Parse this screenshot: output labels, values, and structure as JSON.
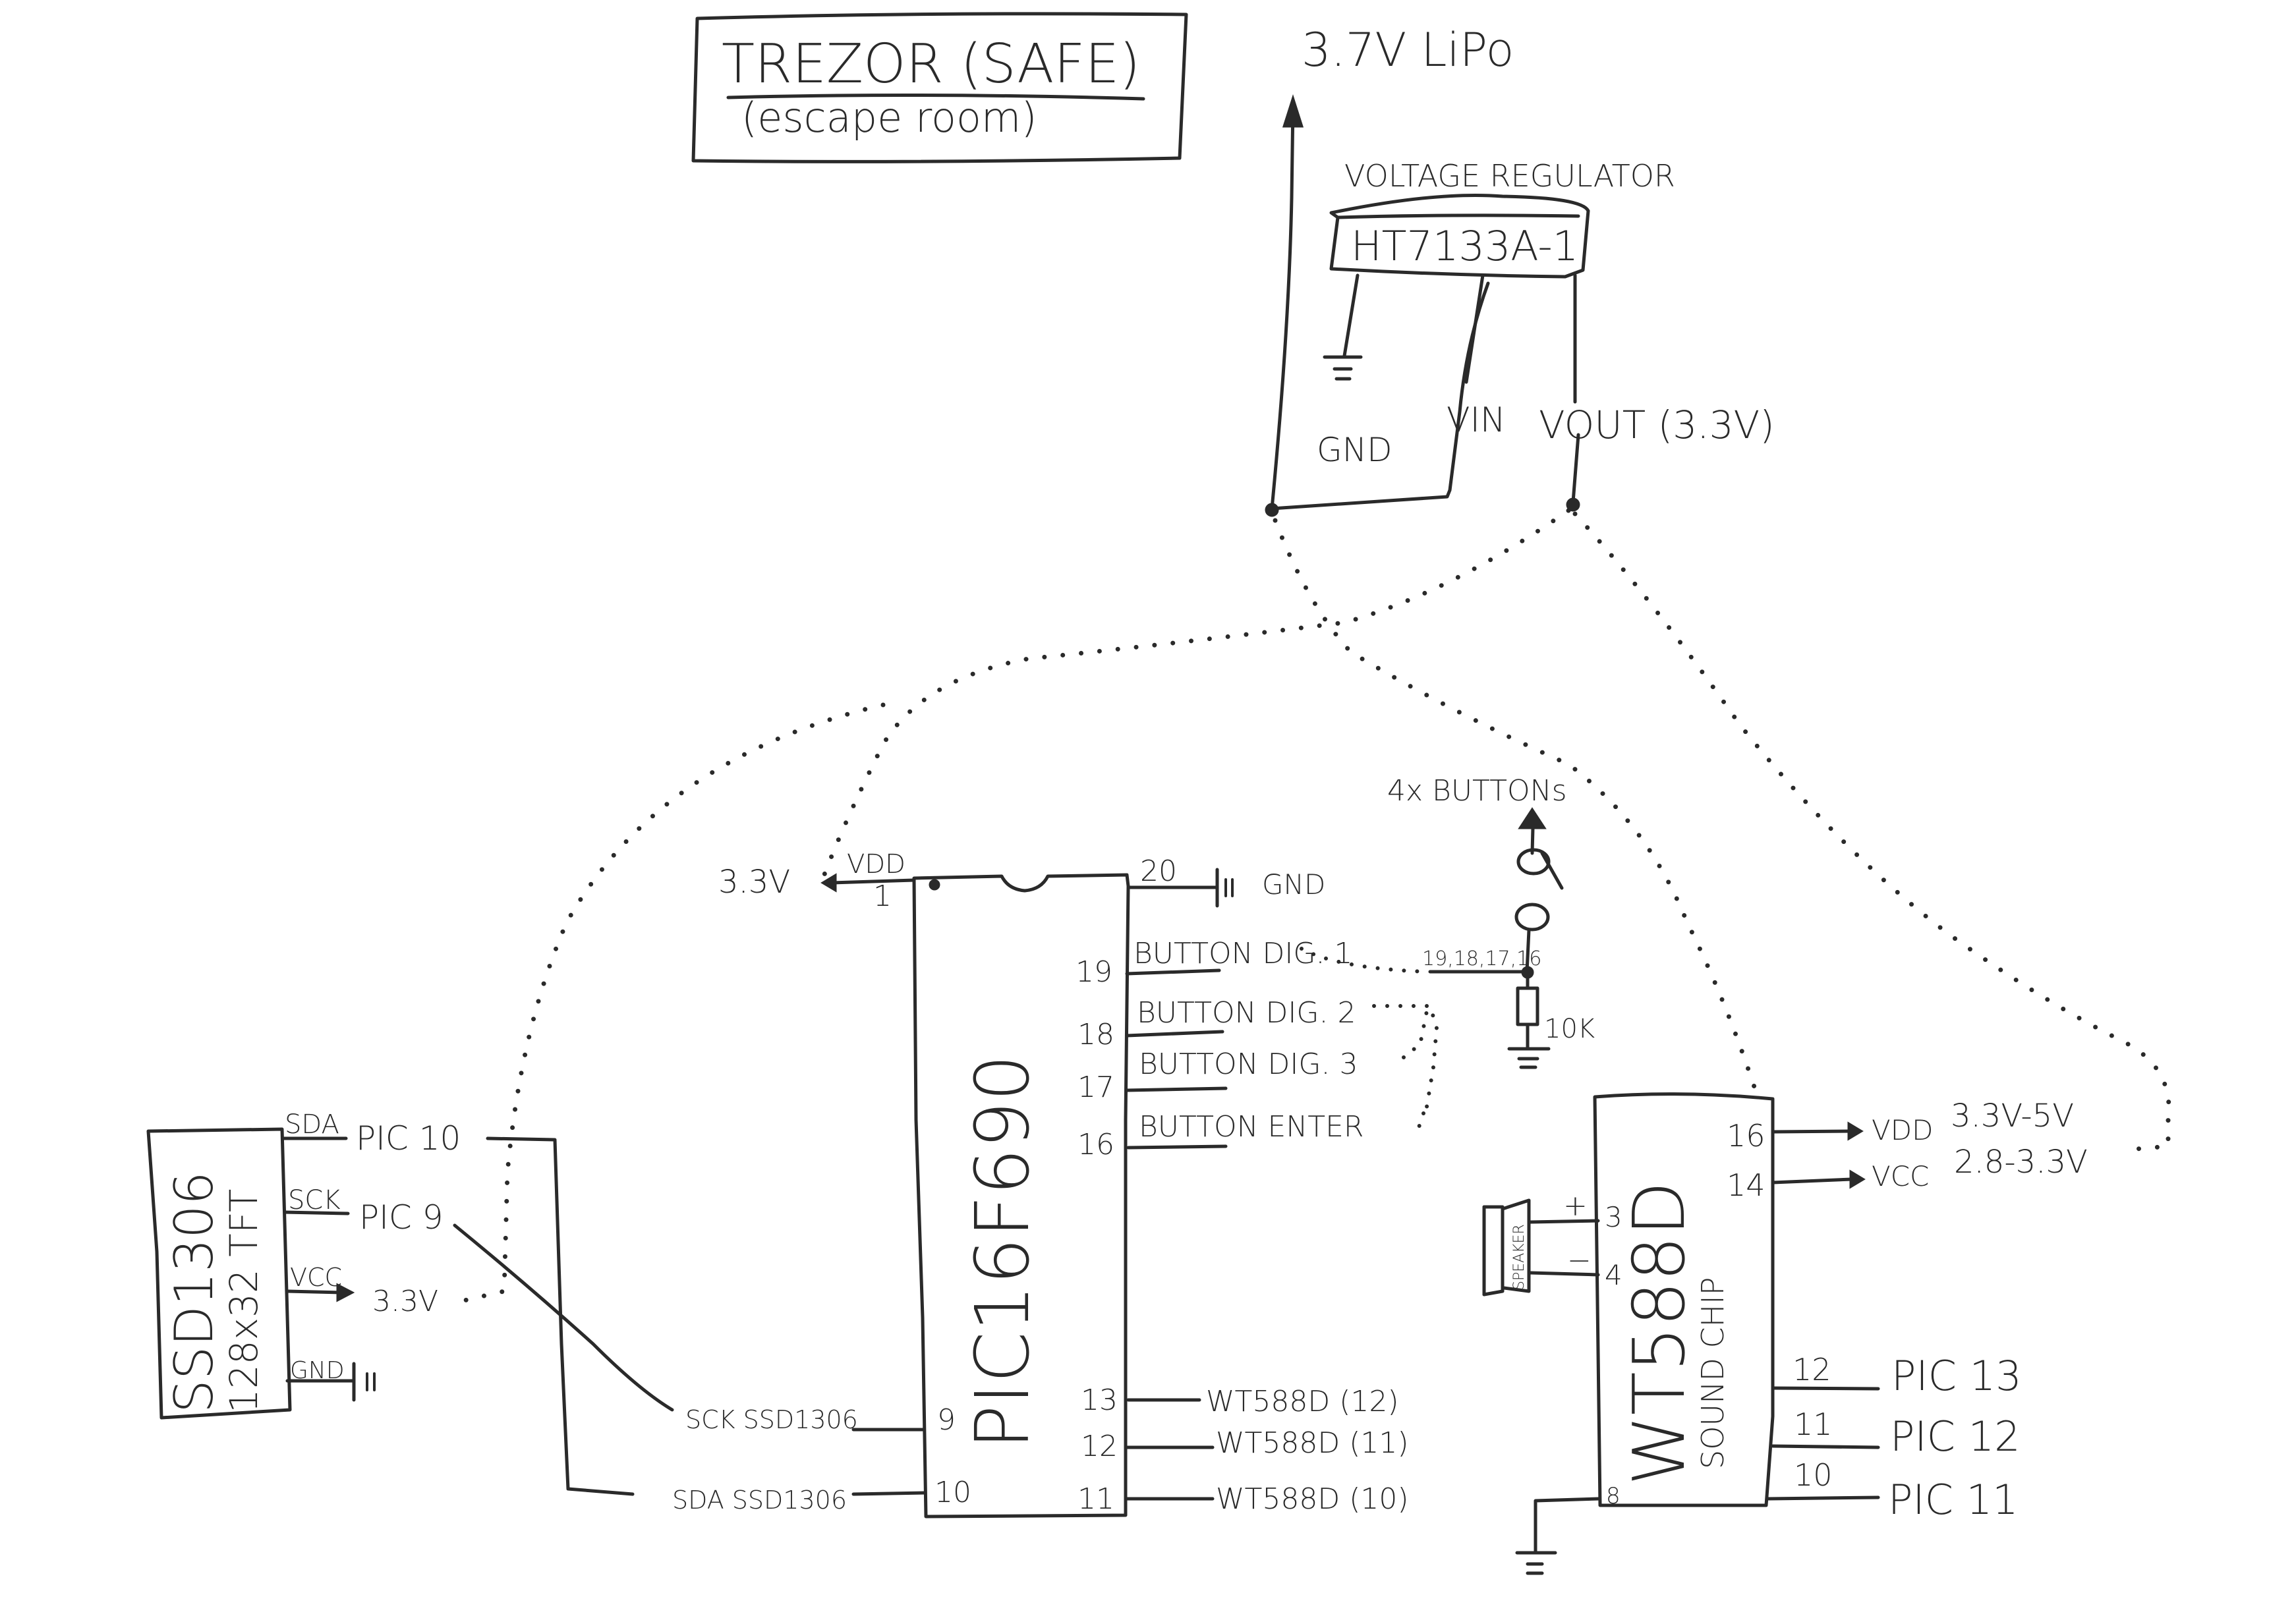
{
  "title_box": {
    "title": "TREZOR (SAFE)",
    "subtitle": "(escape room)"
  },
  "battery": {
    "label": "3.7V LiPo"
  },
  "regulator": {
    "heading": "VOLTAGE REGULATOR",
    "part": "HT7133A-1",
    "pins": {
      "gnd": "GND",
      "vin": "VIN",
      "vout": "VOUT (3.3V)"
    }
  },
  "pic": {
    "part": "PIC16F690",
    "vdd_rail": "3.3V",
    "vdd_label": "VDD",
    "gnd_label": "GND",
    "left_pins": [
      {
        "num": "1",
        "net": ""
      },
      {
        "num": "9",
        "net": "SCK SSD1306"
      },
      {
        "num": "10",
        "net": "SDA SSD1306"
      }
    ],
    "right_pins": [
      {
        "num": "20",
        "net": ""
      },
      {
        "num": "19",
        "net": "BUTTON DIG. 1"
      },
      {
        "num": "18",
        "net": "BUTTON DIG. 2"
      },
      {
        "num": "17",
        "net": "BUTTON DIG. 3"
      },
      {
        "num": "16",
        "net": "BUTTON ENTER"
      },
      {
        "num": "13",
        "net": "WT588D (12)"
      },
      {
        "num": "12",
        "net": "WT588D (11)"
      },
      {
        "num": "11",
        "net": "WT588D (10)"
      }
    ]
  },
  "buttons": {
    "label": "4x BUTTONs",
    "node_label": "19,18,17,16",
    "resistor": "10K"
  },
  "display": {
    "part": "SSD1306",
    "desc": "128x32 TFT",
    "pins": [
      {
        "name": "SDA",
        "to": "PIC 10"
      },
      {
        "name": "SCK",
        "to": "PIC 9"
      },
      {
        "name": "VCC",
        "to": "3.3V"
      },
      {
        "name": "GND",
        "to": ""
      }
    ]
  },
  "sound": {
    "part": "WT588D",
    "desc": "SOUND CHIP",
    "speaker": "SPEAKER",
    "plus": "+",
    "minus": "−",
    "left_pins": [
      "3",
      "4",
      "8"
    ],
    "supply": [
      {
        "num": "16",
        "name": "VDD",
        "range": "3.3V-5V"
      },
      {
        "num": "14",
        "name": "VCC",
        "range": "2.8-3.3V"
      }
    ],
    "outputs": [
      {
        "num": "12",
        "to": "PIC 13"
      },
      {
        "num": "11",
        "to": "PIC 12"
      },
      {
        "num": "10",
        "to": "PIC 11"
      }
    ]
  },
  "colors": {
    "ink": "#2a2a2a",
    "paper": "#ffffff"
  }
}
